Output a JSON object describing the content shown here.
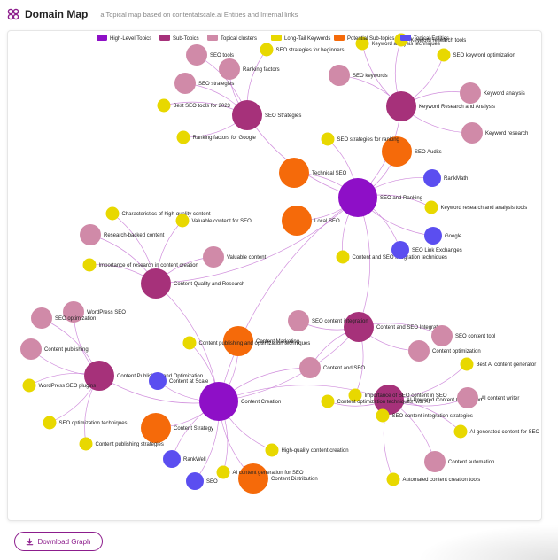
{
  "header": {
    "title": "Domain Map",
    "subtitle": "a Topical map based on contentatscale.ai Entities and Internal links"
  },
  "download_button": {
    "label": "Download Graph",
    "icon": "download-icon"
  },
  "colors": {
    "high_level": "#8e0fc7",
    "sub_topic": "#a6317a",
    "cluster": "#d08aa8",
    "long_tail": "#e8d800",
    "potential": "#f56a0a",
    "topical_entity": "#5b4ef0",
    "edge": "#c87ad6",
    "accent": "#8c1d8c"
  },
  "legend": [
    {
      "label": "High-Level Topics",
      "type": "high_level"
    },
    {
      "label": "Sub-Topics",
      "type": "sub_topic"
    },
    {
      "label": "Topical clusters",
      "type": "cluster"
    },
    {
      "label": "Long-Tail Keywords",
      "type": "long_tail"
    },
    {
      "label": "Potential Sub-topics",
      "type": "potential"
    },
    {
      "label": "Topical Entities",
      "type": "topical_entity"
    }
  ],
  "nodes": [
    {
      "id": "seo_ranking",
      "label": "SEO and Ranking",
      "type": "high_level"
    },
    {
      "id": "content_creation",
      "label": "Content Creation",
      "type": "high_level"
    },
    {
      "id": "seo_strategies",
      "label": "SEO Strategies",
      "type": "sub_topic"
    },
    {
      "id": "kw_research",
      "label": "Keyword Research and Analysis",
      "type": "sub_topic"
    },
    {
      "id": "cq_research",
      "label": "Content Quality and Research",
      "type": "sub_topic"
    },
    {
      "id": "content_pub",
      "label": "Content Publishing and Optimization",
      "type": "sub_topic"
    },
    {
      "id": "content_seo_int",
      "label": "Content and SEO Integration",
      "type": "sub_topic"
    },
    {
      "id": "ai_content_gen",
      "label": "AI-Powered Content Generation",
      "type": "sub_topic"
    },
    {
      "id": "technical_seo",
      "label": "Technical SEO",
      "type": "potential"
    },
    {
      "id": "local_seo",
      "label": "Local SEO",
      "type": "potential"
    },
    {
      "id": "seo_audits",
      "label": "SEO Audits",
      "type": "potential"
    },
    {
      "id": "content_marketing",
      "label": "Content Marketing",
      "type": "potential"
    },
    {
      "id": "content_strategy",
      "label": "Content Strategy",
      "type": "potential"
    },
    {
      "id": "content_distribution",
      "label": "Content Distribution",
      "type": "potential"
    },
    {
      "id": "seo_tools",
      "label": "SEO tools",
      "type": "cluster"
    },
    {
      "id": "ranking_factors",
      "label": "Ranking factors",
      "type": "cluster"
    },
    {
      "id": "seo_strat_c",
      "label": "SEO strategies",
      "type": "cluster"
    },
    {
      "id": "seo_keywords",
      "label": "SEO keywords",
      "type": "cluster"
    },
    {
      "id": "kw_analysis",
      "label": "Keyword analysis",
      "type": "cluster"
    },
    {
      "id": "kw_research_c",
      "label": "Keyword research",
      "type": "cluster"
    },
    {
      "id": "research_backed",
      "label": "Research-backed content",
      "type": "cluster"
    },
    {
      "id": "valuable_content",
      "label": "Valuable content",
      "type": "cluster"
    },
    {
      "id": "wp_seo",
      "label": "WordPress SEO",
      "type": "cluster"
    },
    {
      "id": "seo_opt",
      "label": "SEO optimization",
      "type": "cluster"
    },
    {
      "id": "content_publishing_c",
      "label": "Content publishing",
      "type": "cluster"
    },
    {
      "id": "seo_content_int",
      "label": "SEO content integration",
      "type": "cluster"
    },
    {
      "id": "content_and_seo",
      "label": "Content and SEO",
      "type": "cluster"
    },
    {
      "id": "seo_content_tool",
      "label": "SEO content tool",
      "type": "cluster"
    },
    {
      "id": "content_optimization",
      "label": "Content optimization",
      "type": "cluster"
    },
    {
      "id": "ai_content_writer",
      "label": "AI content writer",
      "type": "cluster"
    },
    {
      "id": "content_automation",
      "label": "Content automation",
      "type": "cluster"
    },
    {
      "id": "seo_strat_beginners",
      "label": "SEO strategies for beginners",
      "type": "long_tail"
    },
    {
      "id": "best_seo_tools",
      "label": "Best SEO tools for 2023",
      "type": "long_tail"
    },
    {
      "id": "ranking_factors_google",
      "label": "Ranking factors for Google",
      "type": "long_tail"
    },
    {
      "id": "kw_analysis_tech",
      "label": "Keyword analysis techniques",
      "type": "long_tail"
    },
    {
      "id": "seo_kw_opt",
      "label": "SEO keyword optimization",
      "type": "long_tail"
    },
    {
      "id": "seo_strat_ranking",
      "label": "SEO strategies for ranking",
      "type": "long_tail"
    },
    {
      "id": "kw_research_tools",
      "label": "Keyword research and analysis tools",
      "type": "long_tail"
    },
    {
      "id": "content_seo_int_tech",
      "label": "Content and SEO integration techniques",
      "type": "long_tail"
    },
    {
      "id": "characteristics",
      "label": "Characteristics of high-quality content",
      "type": "long_tail"
    },
    {
      "id": "valuable_content_seo",
      "label": "Valuable content for SEO",
      "type": "long_tail"
    },
    {
      "id": "importance_research",
      "label": "Importance of research in content creation",
      "type": "long_tail"
    },
    {
      "id": "wp_seo_plugins",
      "label": "WordPress SEO plugins",
      "type": "long_tail"
    },
    {
      "id": "seo_opt_tech",
      "label": "SEO optimization techniques",
      "type": "long_tail"
    },
    {
      "id": "content_pub_strat",
      "label": "Content publishing strategies",
      "type": "long_tail"
    },
    {
      "id": "content_pub_opt_tech",
      "label": "Content publishing and optimization techniques",
      "type": "long_tail"
    },
    {
      "id": "importance_seo_content",
      "label": "Importance of SEO content in SEO",
      "type": "long_tail"
    },
    {
      "id": "content_opt_ai",
      "label": "Content optimization techniques with AI",
      "type": "long_tail"
    },
    {
      "id": "seo_content_int_strat",
      "label": "SEO content integration strategies",
      "type": "long_tail"
    },
    {
      "id": "best_ai_generator",
      "label": "Best AI content generator",
      "type": "long_tail"
    },
    {
      "id": "ai_generated_seo",
      "label": "AI generated content for SEO",
      "type": "long_tail"
    },
    {
      "id": "automated_tools",
      "label": "Automated content creation tools",
      "type": "long_tail"
    },
    {
      "id": "hq_content_creation",
      "label": "High-quality content creation",
      "type": "long_tail"
    },
    {
      "id": "ai_content_gen_seo",
      "label": "AI content generation for SEO",
      "type": "long_tail"
    },
    {
      "id": "kw_research_tools_top",
      "label": "Keyword research tools",
      "type": "long_tail"
    },
    {
      "id": "rankmath",
      "label": "RankMath",
      "type": "topical_entity"
    },
    {
      "id": "google",
      "label": "Google",
      "type": "topical_entity"
    },
    {
      "id": "seo_link",
      "label": "SEO Link Exchanges",
      "type": "topical_entity"
    },
    {
      "id": "content_at_scale",
      "label": "Content at Scale",
      "type": "topical_entity"
    },
    {
      "id": "rankwell",
      "label": "RankWell",
      "type": "topical_entity"
    },
    {
      "id": "seo_entity",
      "label": "SEO",
      "type": "topical_entity"
    }
  ],
  "edges": [
    [
      "seo_ranking",
      "content_creation"
    ],
    [
      "seo_ranking",
      "seo_strategies"
    ],
    [
      "seo_ranking",
      "kw_research"
    ],
    [
      "seo_ranking",
      "cq_research"
    ],
    [
      "seo_ranking",
      "technical_seo"
    ],
    [
      "seo_ranking",
      "local_seo"
    ],
    [
      "seo_ranking",
      "seo_audits"
    ],
    [
      "seo_ranking",
      "rankmath"
    ],
    [
      "seo_ranking",
      "google"
    ],
    [
      "seo_ranking",
      "seo_link"
    ],
    [
      "seo_ranking",
      "seo_strat_ranking"
    ],
    [
      "seo_ranking",
      "kw_research_tools"
    ],
    [
      "seo_ranking",
      "content_seo_int_tech"
    ],
    [
      "seo_ranking",
      "content_seo_int"
    ],
    [
      "seo_strategies",
      "seo_tools"
    ],
    [
      "seo_strategies",
      "ranking_factors"
    ],
    [
      "seo_strategies",
      "seo_strat_c"
    ],
    [
      "seo_strategies",
      "seo_strat_beginners"
    ],
    [
      "seo_strategies",
      "best_seo_tools"
    ],
    [
      "seo_strategies",
      "ranking_factors_google"
    ],
    [
      "kw_research",
      "seo_keywords"
    ],
    [
      "kw_research",
      "kw_analysis"
    ],
    [
      "kw_research",
      "kw_research_c"
    ],
    [
      "kw_research",
      "kw_analysis_tech"
    ],
    [
      "kw_research",
      "seo_kw_opt"
    ],
    [
      "kw_research",
      "kw_research_tools_top"
    ],
    [
      "cq_research",
      "research_backed"
    ],
    [
      "cq_research",
      "valuable_content"
    ],
    [
      "cq_research",
      "characteristics"
    ],
    [
      "cq_research",
      "valuable_content_seo"
    ],
    [
      "cq_research",
      "importance_research"
    ],
    [
      "content_creation",
      "content_pub"
    ],
    [
      "content_creation",
      "content_seo_int"
    ],
    [
      "content_creation",
      "ai_content_gen"
    ],
    [
      "content_creation",
      "content_marketing"
    ],
    [
      "content_creation",
      "content_strategy"
    ],
    [
      "content_creation",
      "content_distribution"
    ],
    [
      "content_creation",
      "content_at_scale"
    ],
    [
      "content_creation",
      "rankwell"
    ],
    [
      "content_creation",
      "seo_entity"
    ],
    [
      "content_creation",
      "hq_content_creation"
    ],
    [
      "content_creation",
      "ai_content_gen_seo"
    ],
    [
      "content_creation",
      "content_pub_opt_tech"
    ],
    [
      "content_creation",
      "content_and_seo"
    ],
    [
      "content_creation",
      "cq_research"
    ],
    [
      "content_pub",
      "wp_seo"
    ],
    [
      "content_pub",
      "seo_opt"
    ],
    [
      "content_pub",
      "content_publishing_c"
    ],
    [
      "content_pub",
      "wp_seo_plugins"
    ],
    [
      "content_pub",
      "seo_opt_tech"
    ],
    [
      "content_pub",
      "content_pub_strat"
    ],
    [
      "content_seo_int",
      "seo_content_int"
    ],
    [
      "content_seo_int",
      "content_and_seo"
    ],
    [
      "content_seo_int",
      "seo_content_tool"
    ],
    [
      "content_seo_int",
      "content_optimization"
    ],
    [
      "content_seo_int",
      "importance_seo_content"
    ],
    [
      "ai_content_gen",
      "ai_content_writer"
    ],
    [
      "ai_content_gen",
      "content_automation"
    ],
    [
      "ai_content_gen",
      "best_ai_generator"
    ],
    [
      "ai_content_gen",
      "ai_generated_seo"
    ],
    [
      "ai_content_gen",
      "automated_tools"
    ],
    [
      "ai_content_gen",
      "content_opt_ai"
    ],
    [
      "ai_content_gen",
      "seo_content_int_strat"
    ]
  ]
}
